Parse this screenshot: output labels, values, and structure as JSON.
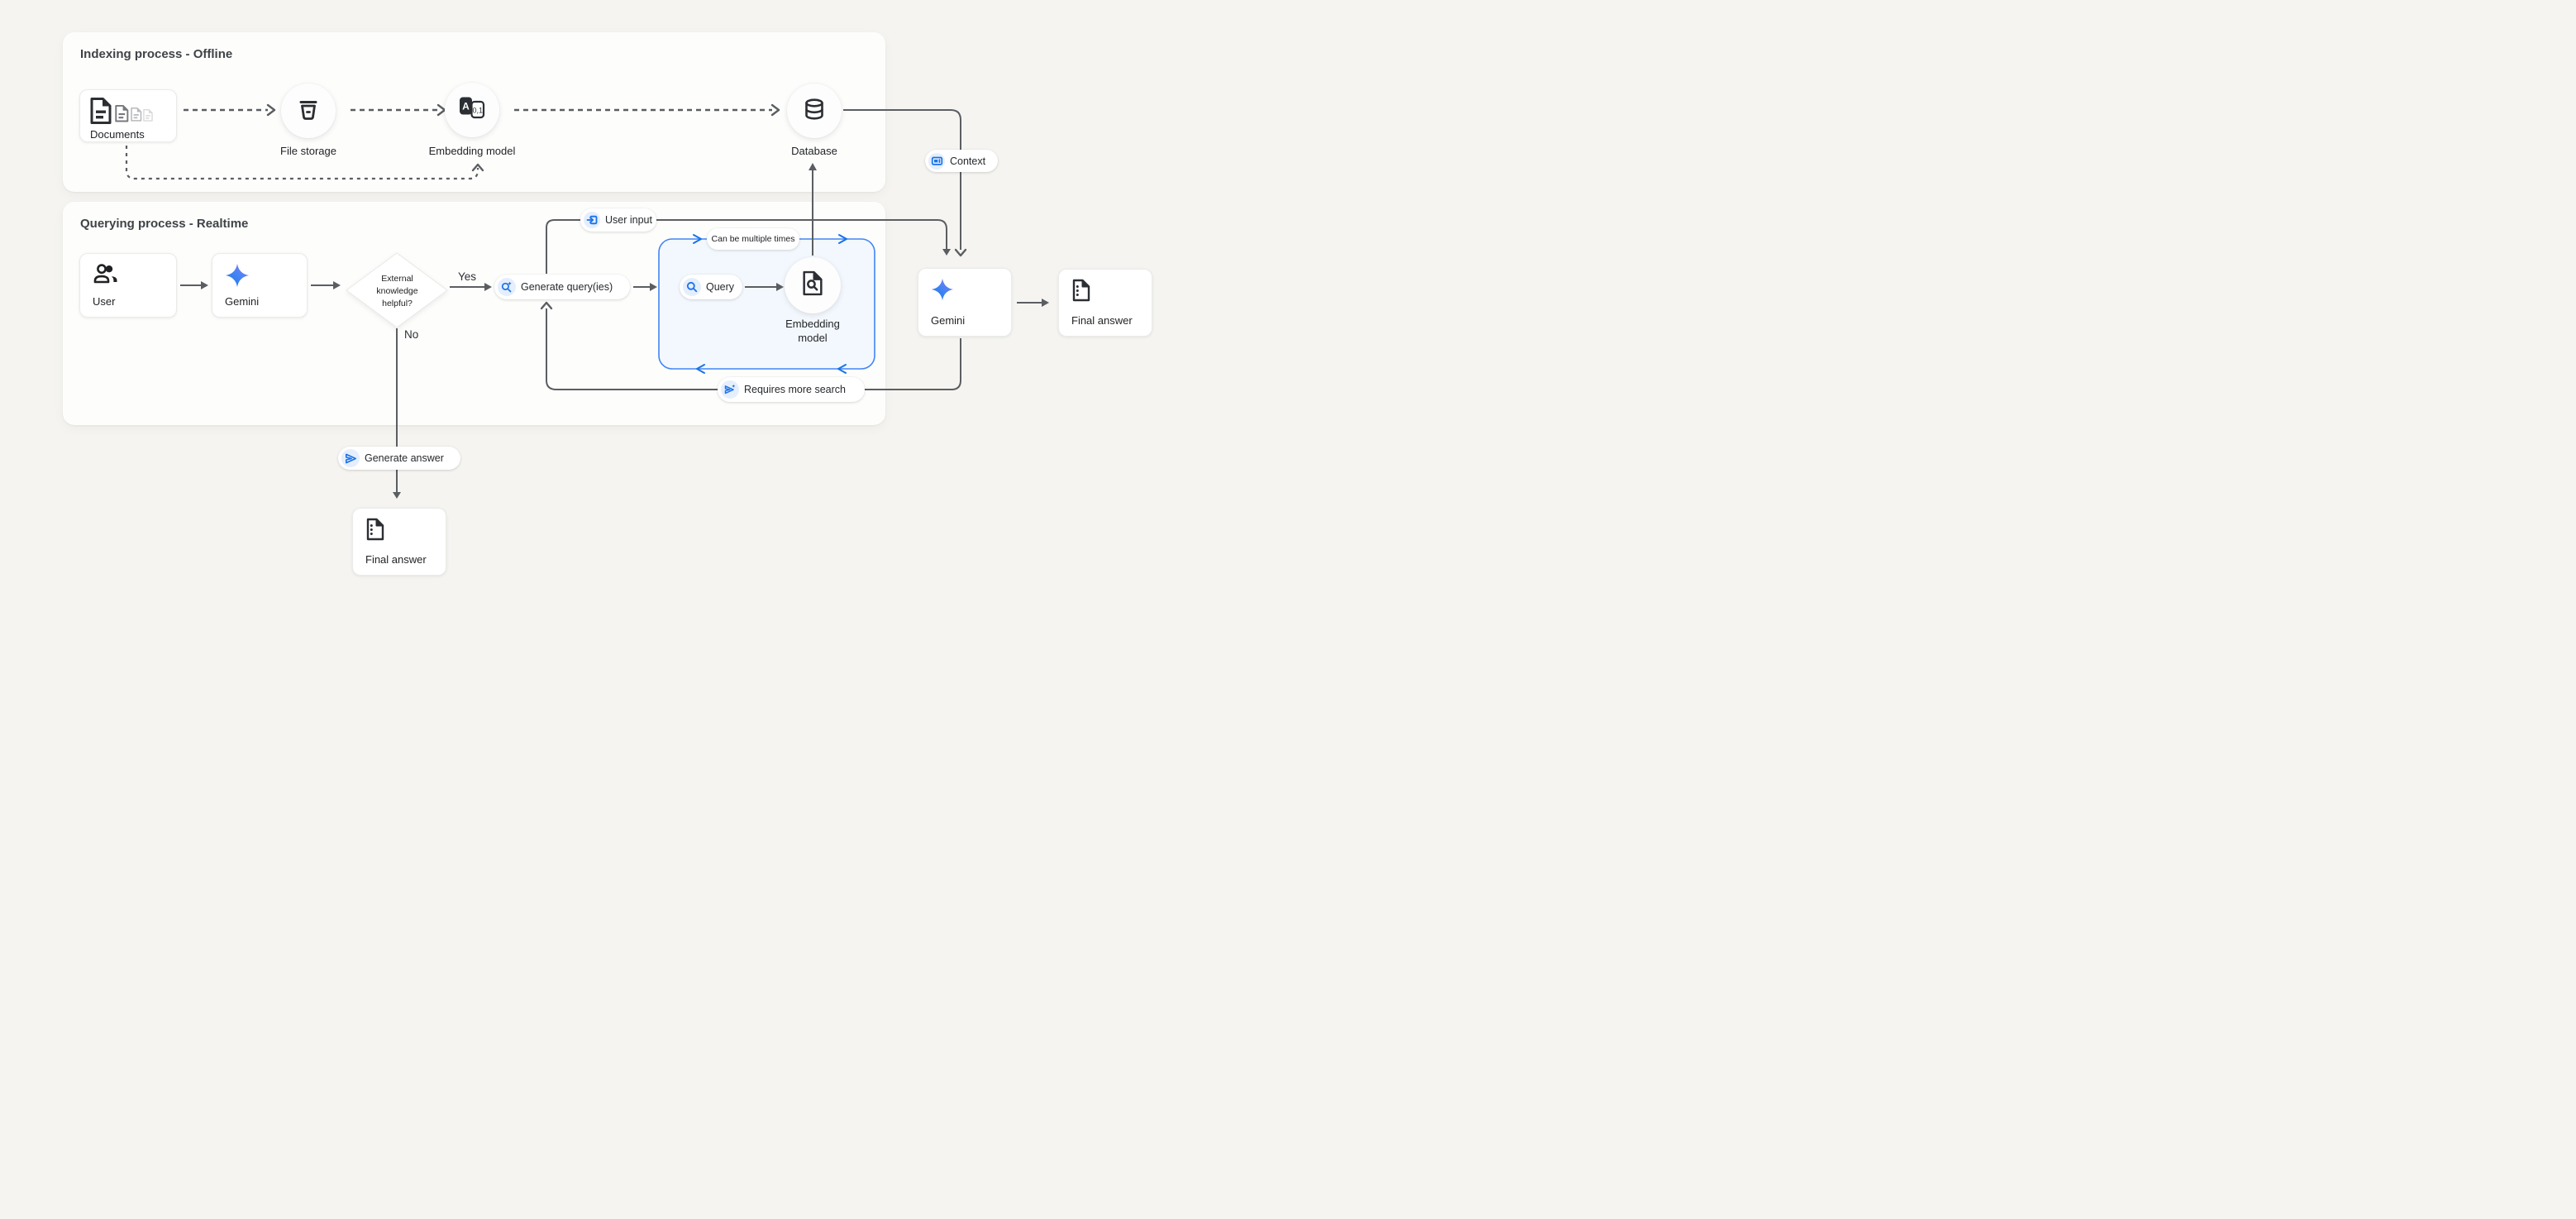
{
  "panels": {
    "indexing": {
      "title": "Indexing process - Offline"
    },
    "querying": {
      "title": "Querying process - Realtime"
    }
  },
  "nodes": {
    "documents": {
      "label": "Documents"
    },
    "file_storage": {
      "label": "File storage"
    },
    "embedding_model": {
      "label": "Embedding model"
    },
    "database": {
      "label": "Database"
    },
    "user": {
      "label": "User"
    },
    "gemini": {
      "label": "Gemini"
    },
    "decision": {
      "lines": [
        "External",
        "knowledge",
        "helpful?"
      ]
    },
    "query_embedding_model": {
      "lines": [
        "Embedding",
        "model"
      ]
    },
    "gemini_2": {
      "label": "Gemini"
    },
    "final_answer": {
      "label": "Final answer"
    },
    "final_answer_2": {
      "label": "Final answer"
    }
  },
  "steps": {
    "generate_query": {
      "label": "Generate query(ies)"
    },
    "query": {
      "label": "Query"
    },
    "user_input": {
      "label": "User input"
    },
    "context": {
      "label": "Context"
    },
    "requires_more_search": {
      "label": "Requires more search"
    },
    "generate_answer": {
      "label": "Generate answer"
    },
    "can_be_multiple_times": {
      "label": "Can be multiple times"
    }
  },
  "edges": {
    "yes": "Yes",
    "no": "No"
  },
  "colors": {
    "background": "#f5f4f1",
    "panel": "#fdfdfc",
    "line_gray": "#5b5e61",
    "accent_blue": "#1a73e8",
    "loop_border": "#4285f4",
    "loop_fill": "#f3f8fe",
    "icon_chip_bg": "#e5eefc",
    "text": "#202124",
    "gemini_gradient_start": "#1a6ee8",
    "gemini_gradient_end": "#9b72f0"
  }
}
